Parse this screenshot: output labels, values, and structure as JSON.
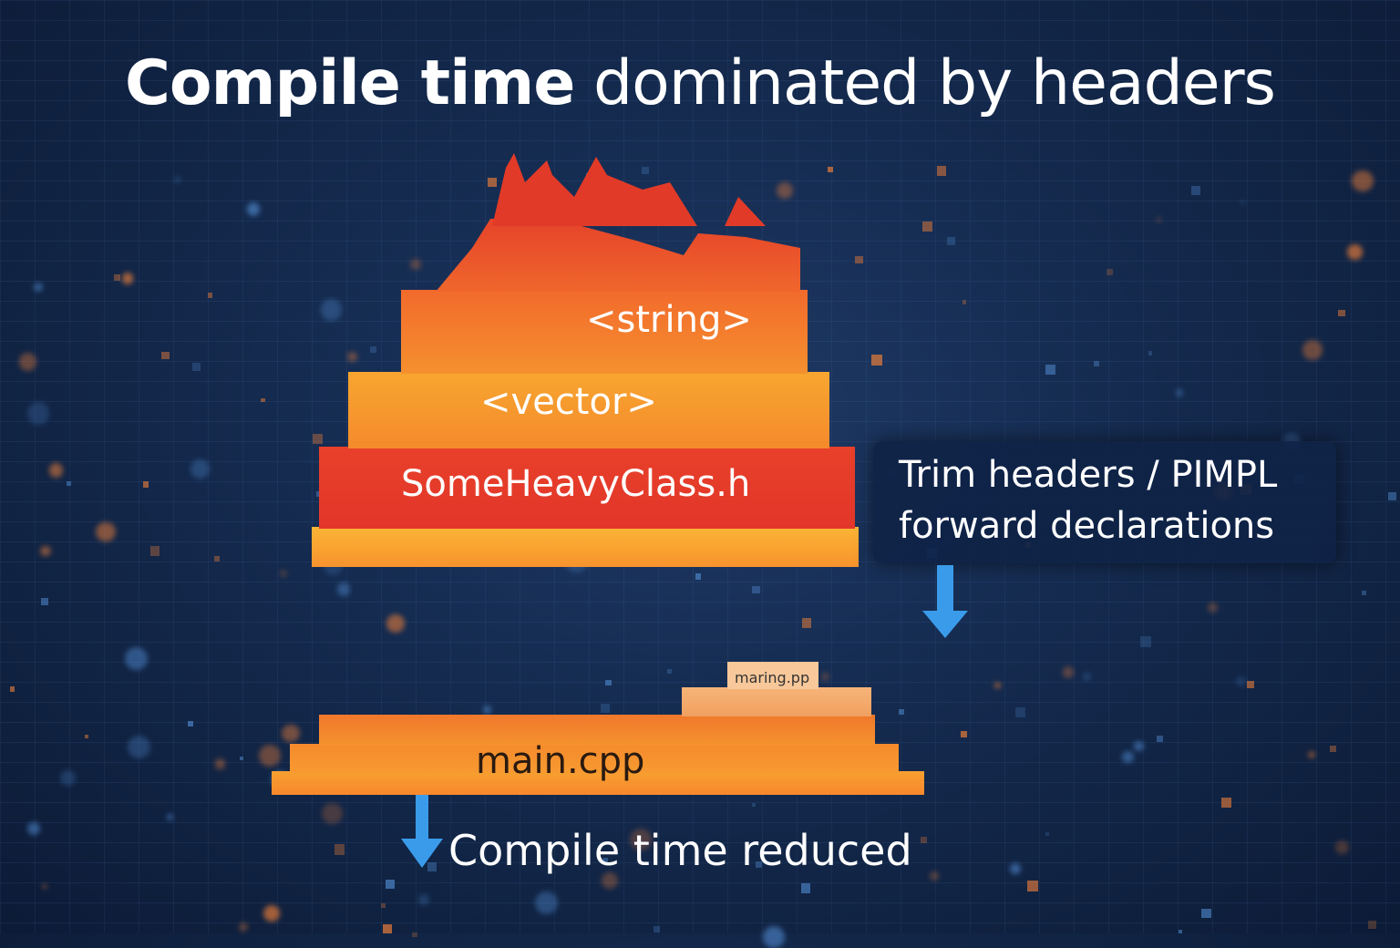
{
  "title": {
    "bold": "Compile time",
    "rest": " dominated by headers"
  },
  "before_graph": {
    "labels": [
      "<string>",
      "<vector>",
      "SomeHeavyClass.h"
    ]
  },
  "callout": {
    "line1": "Trim headers / PIMPL",
    "line2": "forward declarations"
  },
  "after_graph": {
    "labels": [
      "maring.pp",
      "main.cpp"
    ]
  },
  "result": {
    "label": "Compile time reduced"
  },
  "colors": {
    "background": "#142a4e",
    "flame_red": "#e8402a",
    "flame_orange": "#f7932e",
    "flame_yellow": "#fbb535",
    "arrow": "#3a9bea"
  },
  "icons": [
    "arrow-down-icon",
    "arrow-down-icon"
  ]
}
